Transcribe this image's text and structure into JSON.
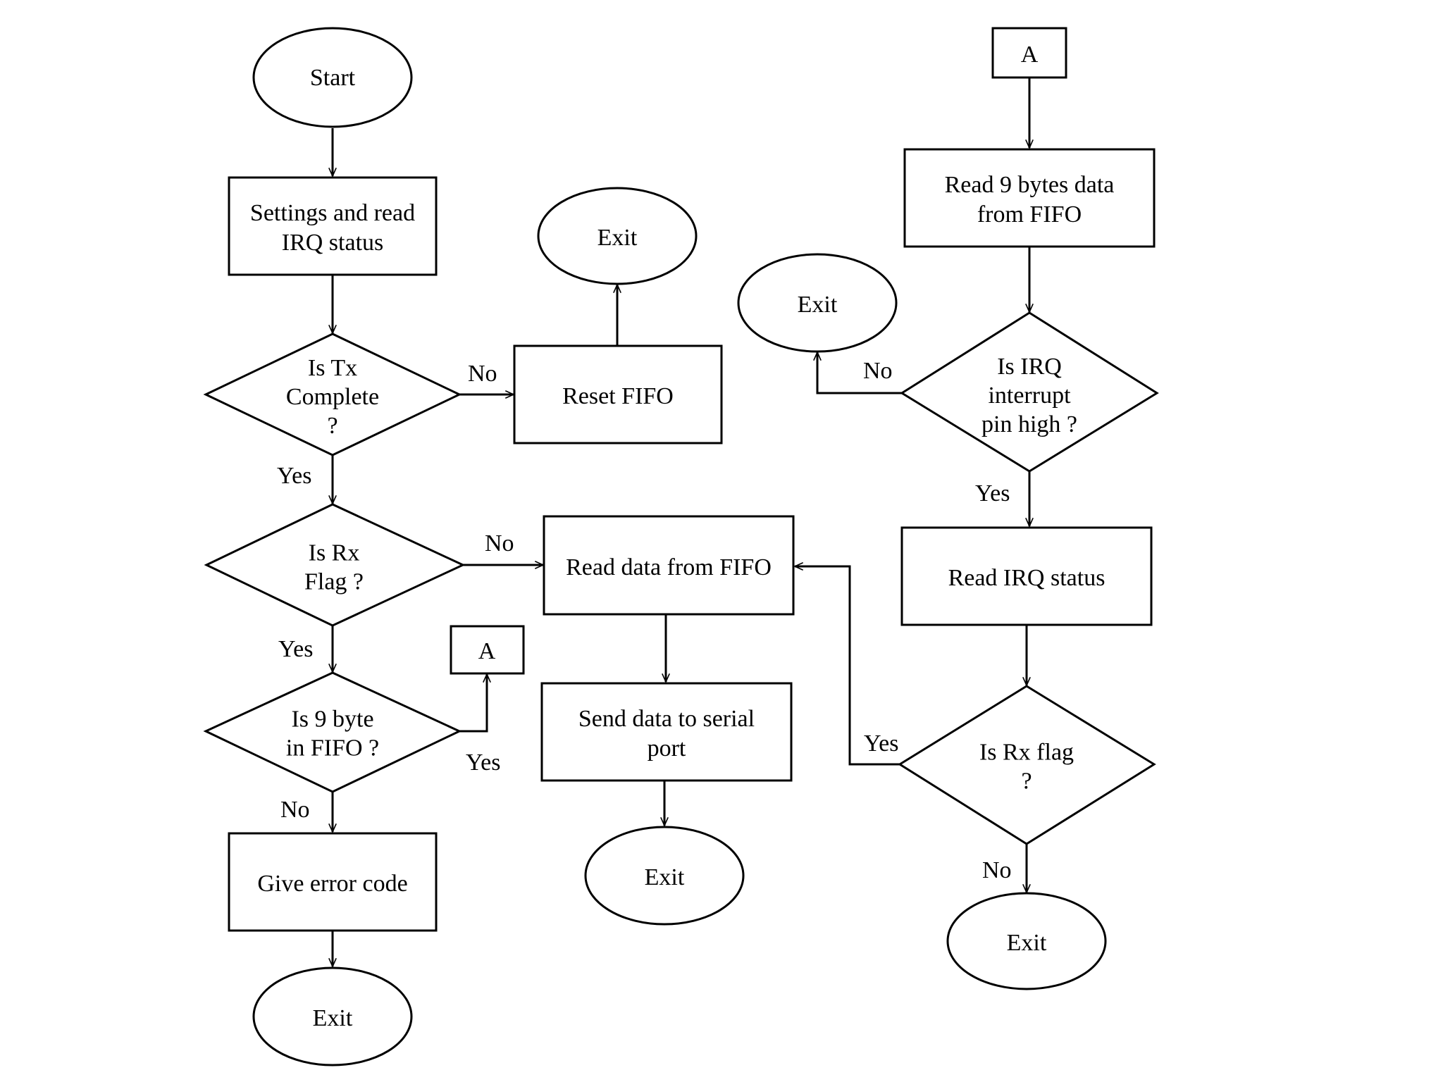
{
  "nodes": {
    "start": {
      "lines": [
        "Start"
      ]
    },
    "settings": {
      "lines": [
        "Settings and read",
        "IRQ status"
      ]
    },
    "is_tx_complete": {
      "lines": [
        "Is Tx",
        "Complete",
        "?"
      ]
    },
    "reset_fifo": {
      "lines": [
        "Reset FIFO"
      ]
    },
    "exit_reset": {
      "lines": [
        "Exit"
      ]
    },
    "is_rx_flag_main": {
      "lines": [
        "Is Rx",
        "Flag ?"
      ]
    },
    "read_data_fifo": {
      "lines": [
        "Read data from FIFO"
      ]
    },
    "send_serial": {
      "lines": [
        "Send data to serial",
        "port"
      ]
    },
    "exit_send": {
      "lines": [
        "Exit"
      ]
    },
    "is_9_byte": {
      "lines": [
        "Is 9 byte",
        "in FIFO ?"
      ]
    },
    "connector_a_out": {
      "lines": [
        "A"
      ]
    },
    "give_error": {
      "lines": [
        "Give error code"
      ]
    },
    "exit_error": {
      "lines": [
        "Exit"
      ]
    },
    "connector_a_in": {
      "lines": [
        "A"
      ]
    },
    "read_9_bytes": {
      "lines": [
        "Read 9 bytes data",
        "from FIFO"
      ]
    },
    "is_irq_high": {
      "lines": [
        "Is IRQ",
        "interrupt",
        "pin high ?"
      ]
    },
    "exit_irq": {
      "lines": [
        "Exit"
      ]
    },
    "read_irq_status": {
      "lines": [
        "Read IRQ status"
      ]
    },
    "is_rx_flag_right": {
      "lines": [
        "Is Rx flag",
        "?"
      ]
    },
    "exit_rx_right": {
      "lines": [
        "Exit"
      ]
    }
  },
  "edge_labels": {
    "tx_no": "No",
    "tx_yes": "Yes",
    "rx_no": "No",
    "rx_yes": "Yes",
    "nine_yes": "Yes",
    "nine_no": "No",
    "irq_no": "No",
    "irq_yes": "Yes",
    "rxr_yes": "Yes",
    "rxr_no": "No"
  }
}
